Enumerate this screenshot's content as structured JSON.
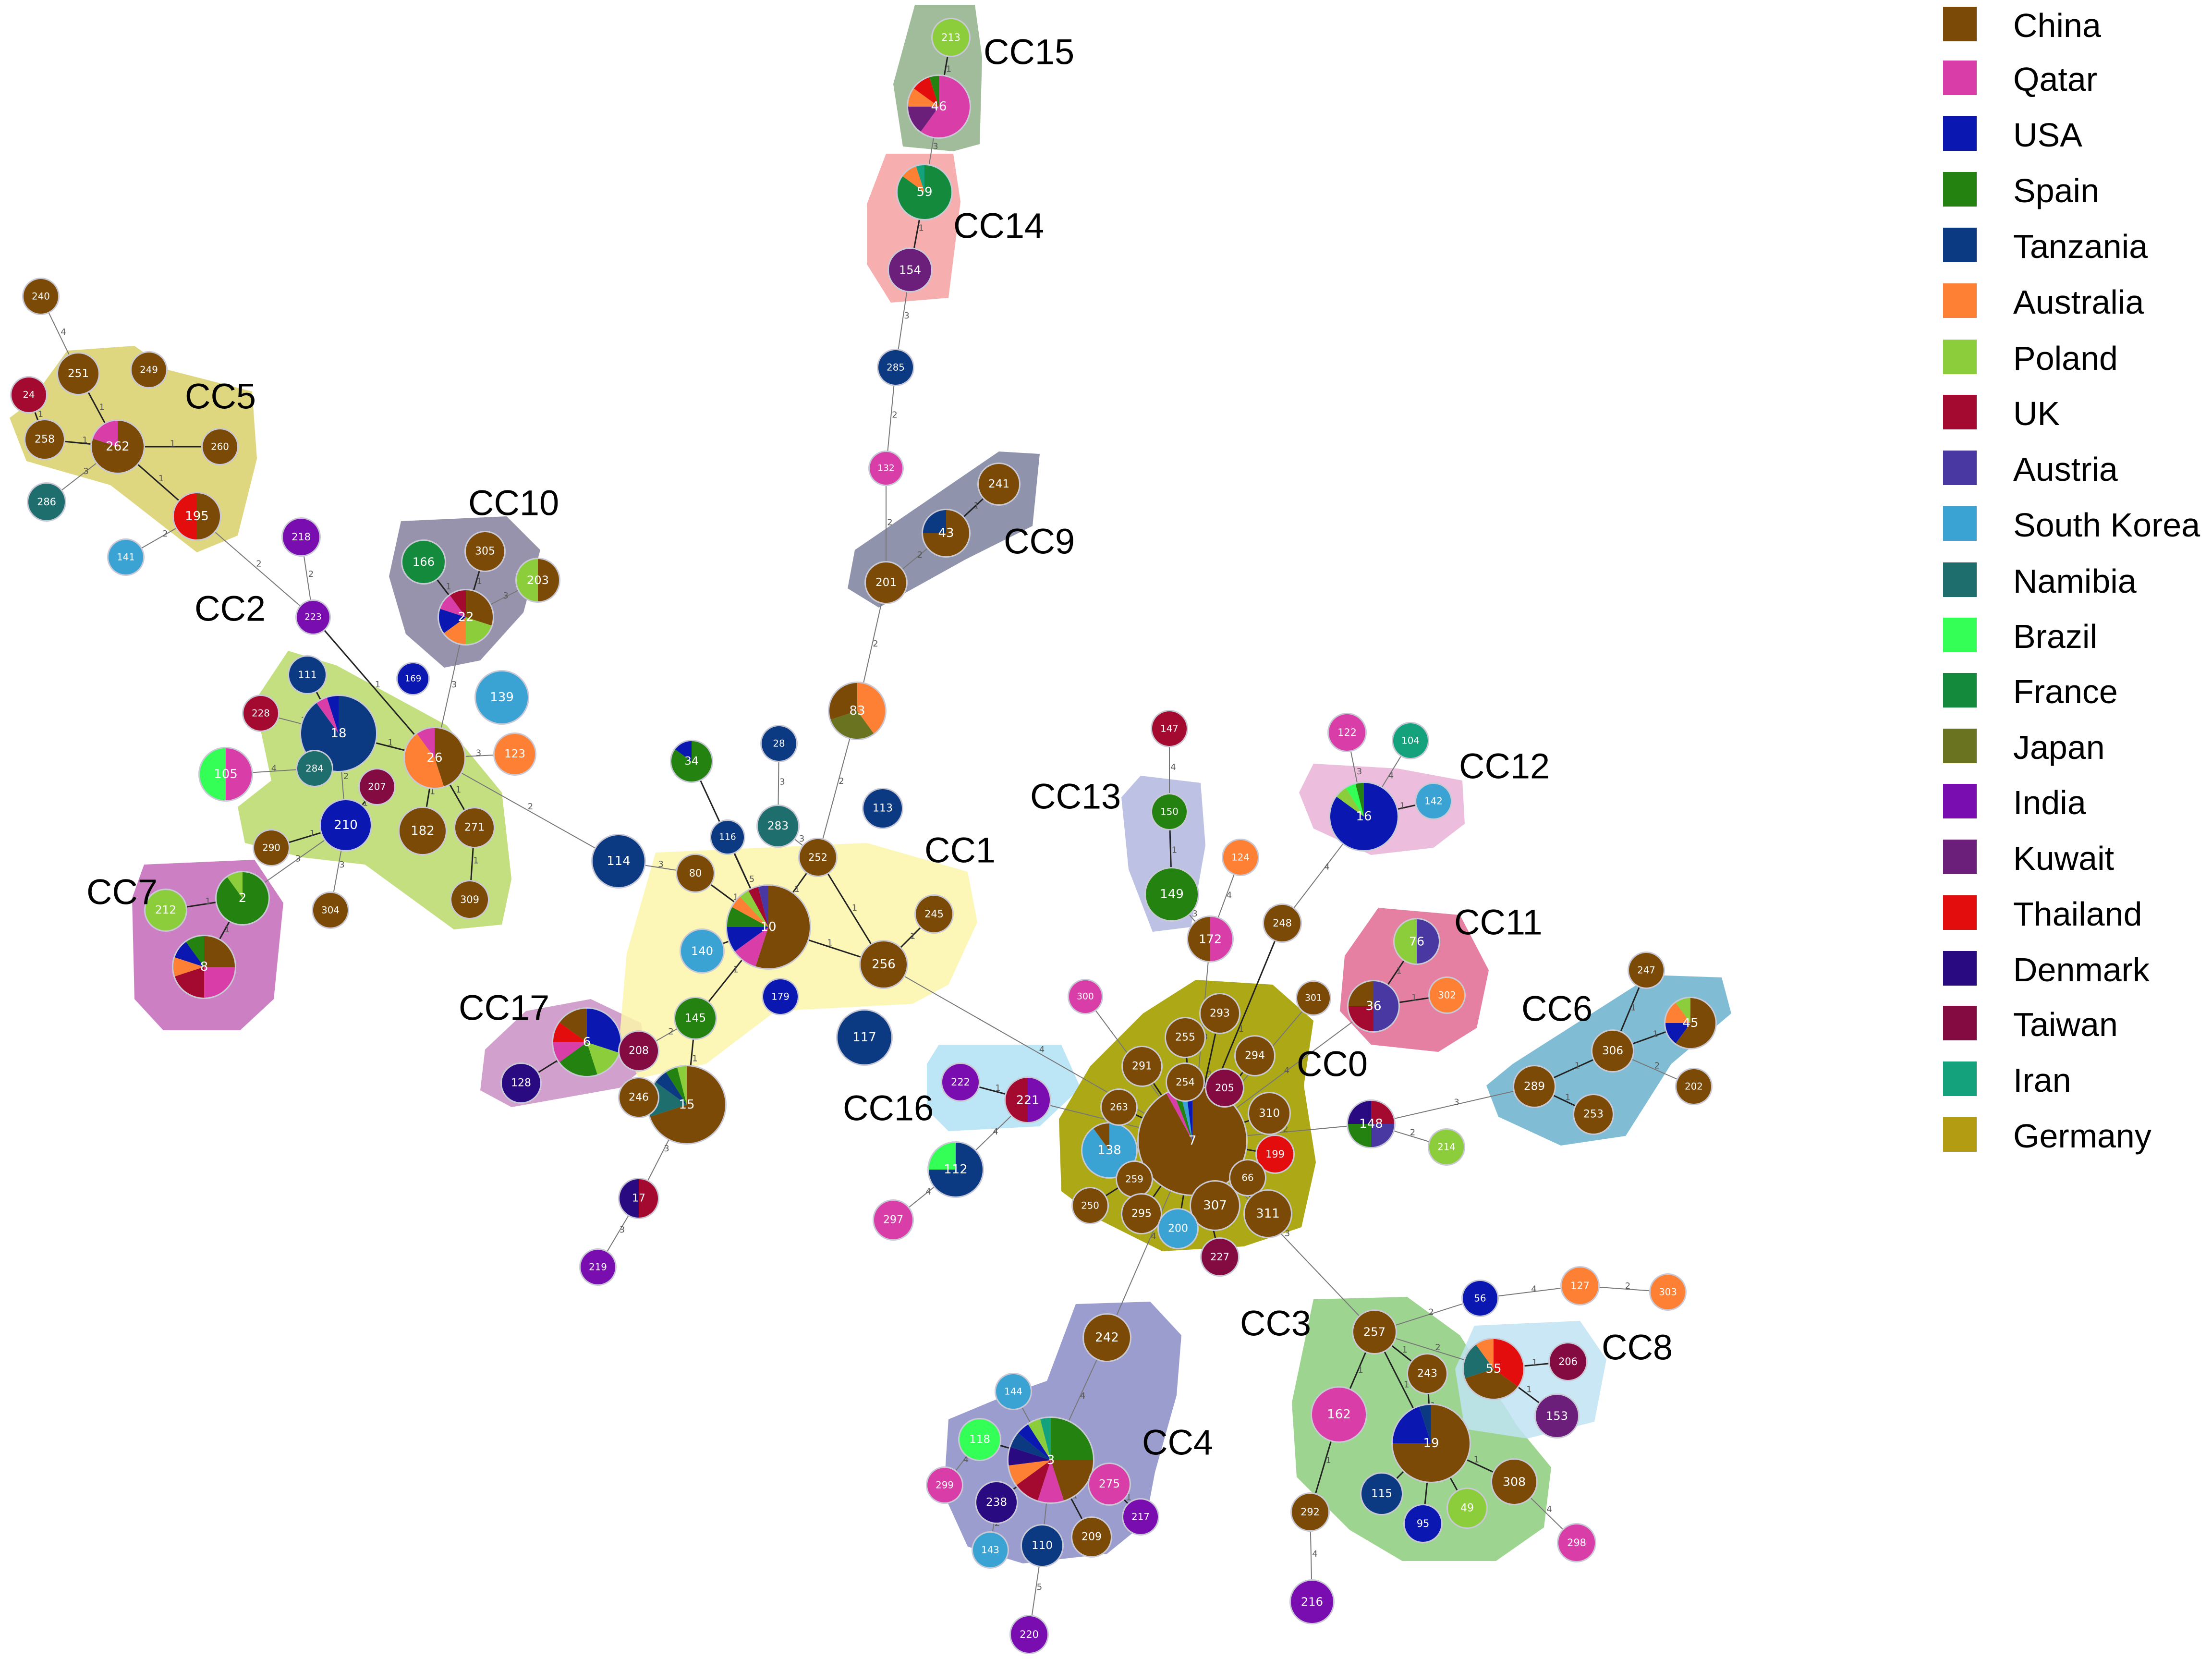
{
  "legend": [
    {
      "name": "China",
      "color": "#7b4a06"
    },
    {
      "name": "Qatar",
      "color": "#d93ea8"
    },
    {
      "name": "USA",
      "color": "#0a17b0"
    },
    {
      "name": "Spain",
      "color": "#238210"
    },
    {
      "name": "Tanzania",
      "color": "#0c3a82"
    },
    {
      "name": "Australia",
      "color": "#fd8035"
    },
    {
      "name": "Poland",
      "color": "#8ccd3c"
    },
    {
      "name": "UK",
      "color": "#a40a30"
    },
    {
      "name": "Austria",
      "color": "#4a38a2"
    },
    {
      "name": "South Korea",
      "color": "#3ba3d3"
    },
    {
      "name": "Namibia",
      "color": "#1e6e6e"
    },
    {
      "name": "Brazil",
      "color": "#33ff57"
    },
    {
      "name": "France",
      "color": "#148a3c"
    },
    {
      "name": "Japan",
      "color": "#6a7320"
    },
    {
      "name": "India",
      "color": "#7a0db0"
    },
    {
      "name": "Kuwait",
      "color": "#6b1f7a"
    },
    {
      "name": "Thailand",
      "color": "#e30d0d"
    },
    {
      "name": "Denmark",
      "color": "#2a0a80"
    },
    {
      "name": "Taiwan",
      "color": "#830b42"
    },
    {
      "name": "Iran",
      "color": "#14a27c"
    },
    {
      "name": "Germany",
      "color": "#b39b12"
    }
  ],
  "clonal_complexes": [
    {
      "label": "CC0",
      "color": "#a9a40a"
    },
    {
      "label": "CC1",
      "color": "#fbf6a9"
    },
    {
      "label": "CC2",
      "color": "#b8d96a"
    },
    {
      "label": "CC3",
      "color": "#8ccd7c"
    },
    {
      "label": "CC4",
      "color": "#8a8cc6"
    },
    {
      "label": "CC5",
      "color": "#d9cf6a"
    },
    {
      "label": "CC6",
      "color": "#6ab1cc"
    },
    {
      "label": "CC7",
      "color": "#c469b8"
    },
    {
      "label": "CC8",
      "color": "#bfe3f2"
    },
    {
      "label": "CC9",
      "color": "#7d809e"
    },
    {
      "label": "CC10",
      "color": "#86809e"
    },
    {
      "label": "CC11",
      "color": "#e16a92"
    },
    {
      "label": "CC12",
      "color": "#e9b2d6"
    },
    {
      "label": "CC13",
      "color": "#b2b7e0"
    },
    {
      "label": "CC14",
      "color": "#f4a0a0"
    },
    {
      "label": "CC15",
      "color": "#8fb08a"
    },
    {
      "label": "CC16",
      "color": "#b0e0f4"
    },
    {
      "label": "CC17",
      "color": "#c98fc3"
    }
  ],
  "nodes": [
    {
      "id": "7",
      "countries": [
        [
          "China",
          0.92
        ],
        [
          "Qatar",
          0.02
        ],
        [
          "Spain",
          0.02
        ],
        [
          "South Korea",
          0.02
        ],
        [
          "USA",
          0.02
        ]
      ]
    },
    {
      "id": "10",
      "countries": [
        [
          "China",
          0.55
        ],
        [
          "Qatar",
          0.1
        ],
        [
          "USA",
          0.1
        ],
        [
          "Spain",
          0.08
        ],
        [
          "Australia",
          0.05
        ],
        [
          "Poland",
          0.04
        ],
        [
          "UK",
          0.04
        ],
        [
          "Austria",
          0.04
        ]
      ]
    },
    {
      "id": "15",
      "countries": [
        [
          "China",
          0.7
        ],
        [
          "Namibia",
          0.15
        ],
        [
          "Tanzania",
          0.06
        ],
        [
          "Spain",
          0.05
        ],
        [
          "Poland",
          0.04
        ]
      ]
    },
    {
      "id": "18",
      "countries": [
        [
          "Tanzania",
          0.9
        ],
        [
          "Qatar",
          0.05
        ],
        [
          "USA",
          0.05
        ]
      ]
    },
    {
      "id": "19",
      "countries": [
        [
          "China",
          0.75
        ],
        [
          "USA",
          0.2
        ],
        [
          "Tanzania",
          0.05
        ]
      ]
    },
    {
      "id": "3",
      "countries": [
        [
          "Spain",
          0.25
        ],
        [
          "China",
          0.2
        ],
        [
          "Qatar",
          0.1
        ],
        [
          "UK",
          0.1
        ],
        [
          "Australia",
          0.08
        ],
        [
          "Denmark",
          0.07
        ],
        [
          "Tanzania",
          0.06
        ],
        [
          "USA",
          0.05
        ],
        [
          "Poland",
          0.05
        ],
        [
          "Iran",
          0.04
        ]
      ]
    },
    {
      "id": "6",
      "countries": [
        [
          "USA",
          0.3
        ],
        [
          "Poland",
          0.15
        ],
        [
          "Spain",
          0.2
        ],
        [
          "Qatar",
          0.1
        ],
        [
          "Thailand",
          0.1
        ],
        [
          "China",
          0.15
        ]
      ]
    },
    {
      "id": "16",
      "countries": [
        [
          "USA",
          0.85
        ],
        [
          "Poland",
          0.06
        ],
        [
          "Brazil",
          0.05
        ],
        [
          "Spain",
          0.04
        ]
      ]
    },
    {
      "id": "26",
      "countries": [
        [
          "China",
          0.45
        ],
        [
          "Australia",
          0.45
        ],
        [
          "Qatar",
          0.1
        ]
      ]
    },
    {
      "id": "22",
      "countries": [
        [
          "China",
          0.3
        ],
        [
          "Poland",
          0.2
        ],
        [
          "Australia",
          0.15
        ],
        [
          "USA",
          0.15
        ],
        [
          "Qatar",
          0.1
        ],
        [
          "UK",
          0.1
        ]
      ]
    },
    {
      "id": "8",
      "countries": [
        [
          "China",
          0.25
        ],
        [
          "Qatar",
          0.25
        ],
        [
          "UK",
          0.2
        ],
        [
          "Australia",
          0.1
        ],
        [
          "USA",
          0.1
        ],
        [
          "Spain",
          0.1
        ]
      ]
    },
    {
      "id": "46",
      "countries": [
        [
          "Qatar",
          0.6
        ],
        [
          "Kuwait",
          0.15
        ],
        [
          "Australia",
          0.1
        ],
        [
          "Thailand",
          0.1
        ],
        [
          "Spain",
          0.05
        ]
      ]
    },
    {
      "id": "55",
      "countries": [
        [
          "Thailand",
          0.35
        ],
        [
          "China",
          0.35
        ],
        [
          "Namibia",
          0.2
        ],
        [
          "Australia",
          0.1
        ]
      ]
    },
    {
      "id": "59",
      "countries": [
        [
          "France",
          0.85
        ],
        [
          "Australia",
          0.1
        ],
        [
          "Iran",
          0.05
        ]
      ]
    },
    {
      "id": "83",
      "countries": [
        [
          "Australia",
          0.4
        ],
        [
          "Japan",
          0.3
        ],
        [
          "China",
          0.3
        ]
      ]
    },
    {
      "id": "148",
      "countries": [
        [
          "UK",
          0.25
        ],
        [
          "Austria",
          0.25
        ],
        [
          "Spain",
          0.25
        ],
        [
          "Denmark",
          0.25
        ]
      ]
    },
    {
      "id": "45",
      "countries": [
        [
          "China",
          0.6
        ],
        [
          "USA",
          0.15
        ],
        [
          "Australia",
          0.15
        ],
        [
          "Poland",
          0.1
        ]
      ]
    },
    {
      "id": "36",
      "countries": [
        [
          "Austria",
          0.5
        ],
        [
          "UK",
          0.25
        ],
        [
          "China",
          0.25
        ]
      ]
    },
    {
      "id": "76",
      "countries": [
        [
          "Austria",
          0.5
        ],
        [
          "Poland",
          0.5
        ]
      ]
    },
    {
      "id": "2",
      "countries": [
        [
          "Spain",
          0.9
        ],
        [
          "Poland",
          0.1
        ]
      ]
    },
    {
      "id": "43",
      "countries": [
        [
          "China",
          0.75
        ],
        [
          "Tanzania",
          0.25
        ]
      ]
    },
    {
      "id": "105",
      "countries": [
        [
          "Qatar",
          0.5
        ],
        [
          "Brazil",
          0.5
        ]
      ]
    },
    {
      "id": "34",
      "countries": [
        [
          "Spain",
          0.85
        ],
        [
          "USA",
          0.15
        ]
      ]
    },
    {
      "id": "112",
      "countries": [
        [
          "Tanzania",
          0.75
        ],
        [
          "Brazil",
          0.25
        ]
      ]
    },
    {
      "id": "17",
      "countries": [
        [
          "UK",
          0.5
        ],
        [
          "Denmark",
          0.5
        ]
      ]
    },
    {
      "id": "221",
      "countries": [
        [
          "India",
          0.5
        ],
        [
          "UK",
          0.5
        ]
      ]
    },
    {
      "id": "172",
      "countries": [
        [
          "Qatar",
          0.5
        ],
        [
          "China",
          0.5
        ]
      ]
    },
    {
      "id": "203",
      "countries": [
        [
          "China",
          0.5
        ],
        [
          "Poland",
          0.5
        ]
      ]
    },
    {
      "id": "262",
      "countries": [
        [
          "China",
          0.8
        ],
        [
          "Qatar",
          0.2
        ]
      ]
    },
    {
      "id": "195",
      "countries": [
        [
          "China",
          0.5
        ],
        [
          "Thailand",
          0.5
        ]
      ]
    },
    {
      "id": "138",
      "countries": [
        [
          "South Korea",
          0.9
        ],
        [
          "China",
          0.1
        ]
      ]
    },
    {
      "id": "207",
      "countries": [
        [
          "Taiwan",
          1
        ]
      ]
    },
    {
      "id": "118",
      "countries": [
        [
          "Brazil",
          1
        ]
      ]
    },
    {
      "id": "154",
      "countries": [
        [
          "Kuwait",
          1
        ]
      ]
    }
  ],
  "edge_labels": [
    "1",
    "2",
    "3",
    "4",
    "5"
  ]
}
